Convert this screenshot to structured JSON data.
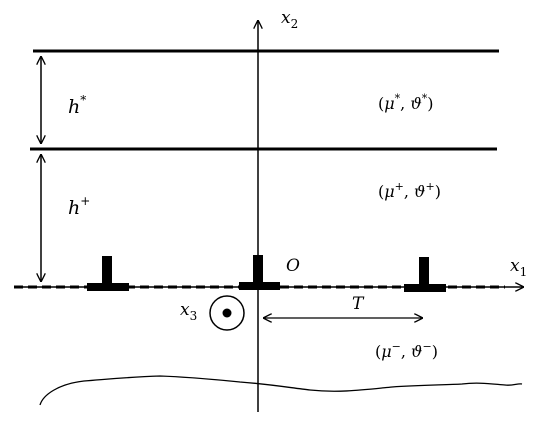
{
  "axes": {
    "x1": {
      "base": "x",
      "sub": "1"
    },
    "x2": {
      "base": "x",
      "sub": "2"
    },
    "x3": {
      "base": "x",
      "sub": "3"
    }
  },
  "origin_label": "O",
  "period_label": "T",
  "thickness_labels": {
    "top": {
      "base": "h",
      "sup": "*"
    },
    "middle": {
      "base": "h",
      "sup": "+"
    }
  },
  "region_labels": {
    "top": {
      "open": "(",
      "mu": "μ",
      "sep": ", ",
      "theta": "ϑ",
      "sup": "*",
      "close": ")"
    },
    "middle": {
      "open": "(",
      "mu": "μ",
      "sep": ", ",
      "theta": "ϑ",
      "sup": "+",
      "close": ")"
    },
    "bottom": {
      "open": "(",
      "mu": "μ",
      "sep": ", ",
      "theta": "ϑ",
      "sup": "−",
      "close": ")"
    }
  },
  "colors": {
    "ink": "#000000",
    "background": "#ffffff"
  }
}
